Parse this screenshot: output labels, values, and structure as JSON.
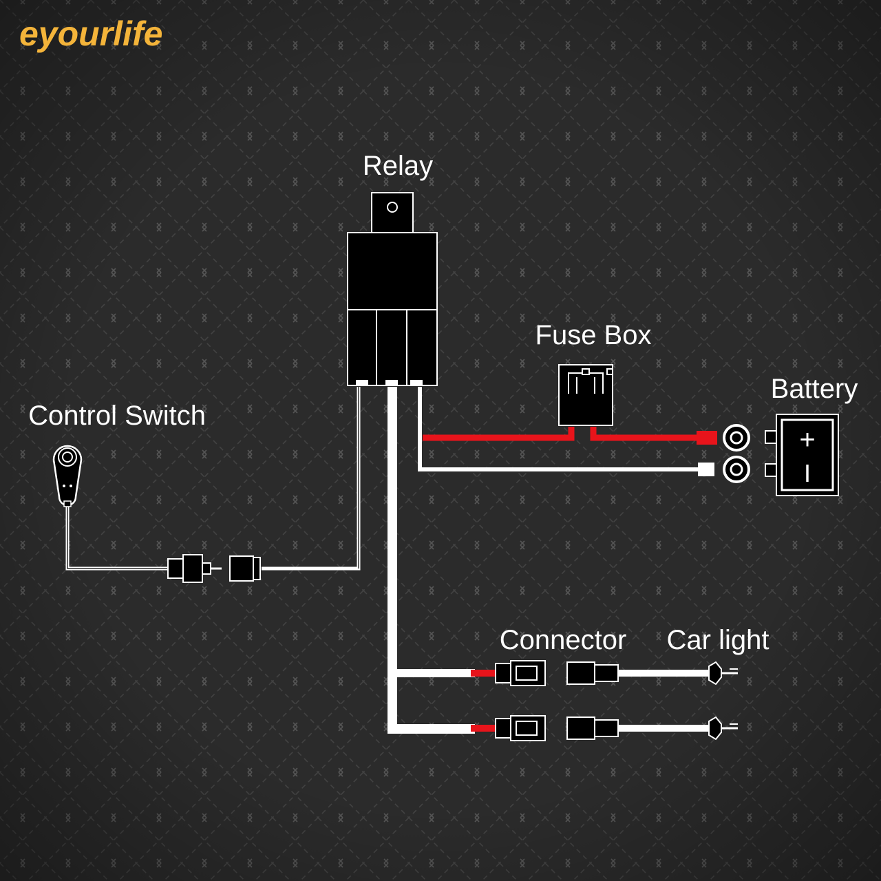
{
  "brand": {
    "logo_text": "eyourlife",
    "logo_color": "#f4b43a"
  },
  "labels": {
    "relay": "Relay",
    "fuse_box": "Fuse Box",
    "battery": "Battery",
    "control_switch": "Control Switch",
    "connector": "Connector",
    "car_light": "Car light"
  },
  "battery_terminals": {
    "positive": "+",
    "negative": "I"
  },
  "colors": {
    "background": "#2b2b2b",
    "pattern": "#474747",
    "wire_white": "#ffffff",
    "wire_red": "#e8141b",
    "component_fill": "#000000",
    "component_stroke": "#ffffff",
    "label_text": "#ffffff"
  },
  "icons": {
    "relay": "relay-icon",
    "fuse_box": "fuse-box-icon",
    "battery": "battery-icon",
    "control_switch": "rocker-switch-icon",
    "connector": "plug-connector-icon",
    "car_light": "bulb-socket-icon",
    "ring_terminal": "ring-terminal-icon"
  }
}
